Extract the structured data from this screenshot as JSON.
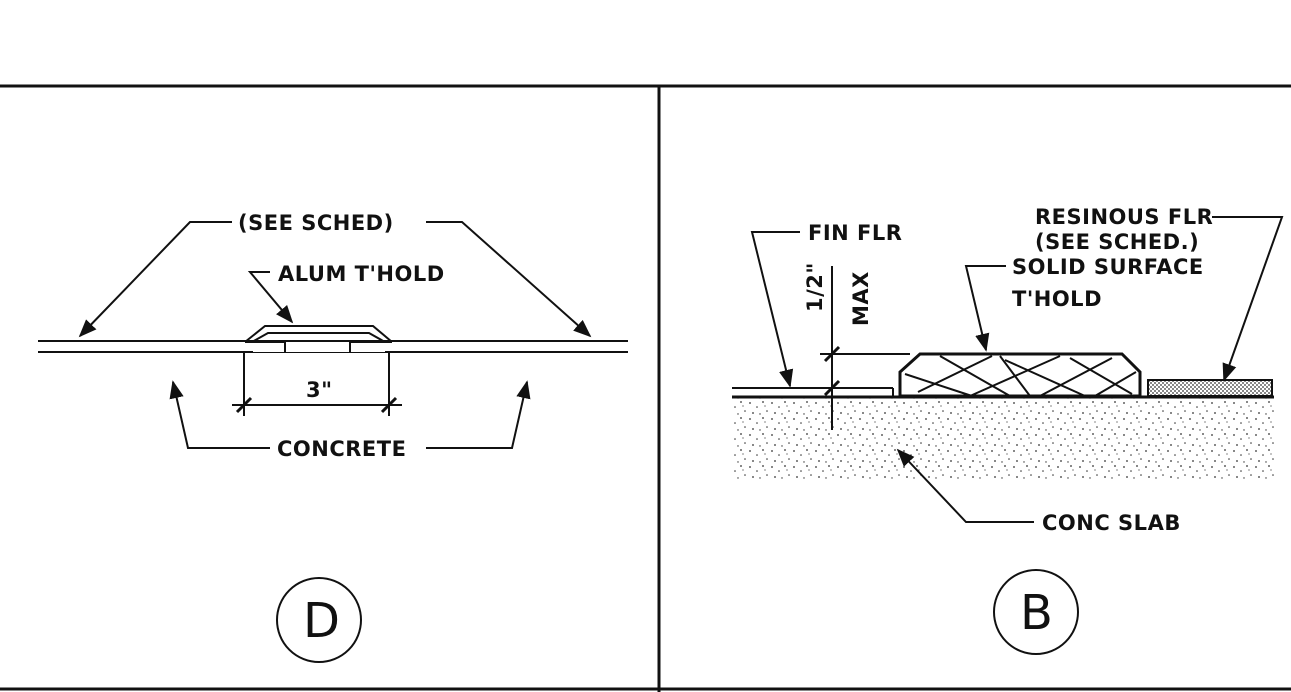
{
  "panels": [
    {
      "tag": "D",
      "labels": {
        "finish": "(SEE SCHED)",
        "threshold": "ALUM T'HOLD",
        "dimension": "3\"",
        "substrate": "CONCRETE"
      }
    },
    {
      "tag": "B",
      "labels": {
        "resinous_line1": "RESINOUS FLR",
        "resinous_line2": "(SEE SCHED.)",
        "finish": "FIN FLR",
        "height_dim": "1/2\"",
        "height_note": "MAX",
        "threshold_line1": "SOLID SURFACE",
        "threshold_line2": "T'HOLD",
        "slab": "CONC SLAB"
      }
    }
  ]
}
